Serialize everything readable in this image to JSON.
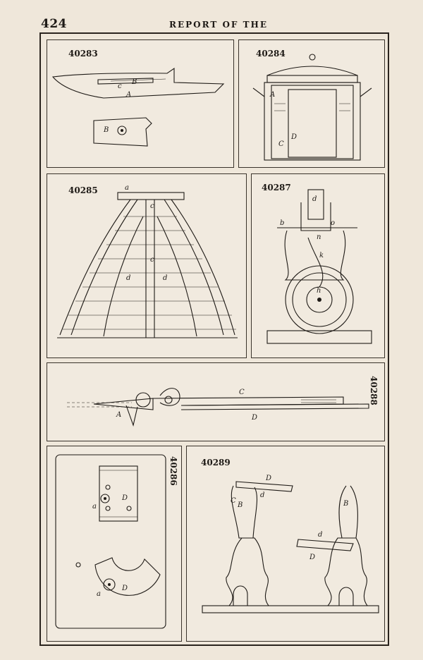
{
  "header": {
    "page_number": "424",
    "running_head": "REPORT OF THE"
  },
  "figures": [
    {
      "number": "40283",
      "labels": [
        "c",
        "B",
        "A",
        "B"
      ]
    },
    {
      "number": "40284",
      "labels": [
        "A",
        "D",
        "C"
      ]
    },
    {
      "number": "40285",
      "labels": [
        "a",
        "c",
        "c",
        "d",
        "d"
      ]
    },
    {
      "number": "40287",
      "labels": [
        "d",
        "b",
        "o",
        "n",
        "k",
        "h"
      ]
    },
    {
      "number": "40288",
      "labels": [
        "C",
        "A",
        "D"
      ]
    },
    {
      "number": "40286",
      "labels": [
        "D",
        "a",
        "D",
        "a"
      ]
    },
    {
      "number": "40289",
      "labels": [
        "D",
        "C",
        "B",
        "d",
        "B",
        "d",
        "D"
      ]
    }
  ]
}
